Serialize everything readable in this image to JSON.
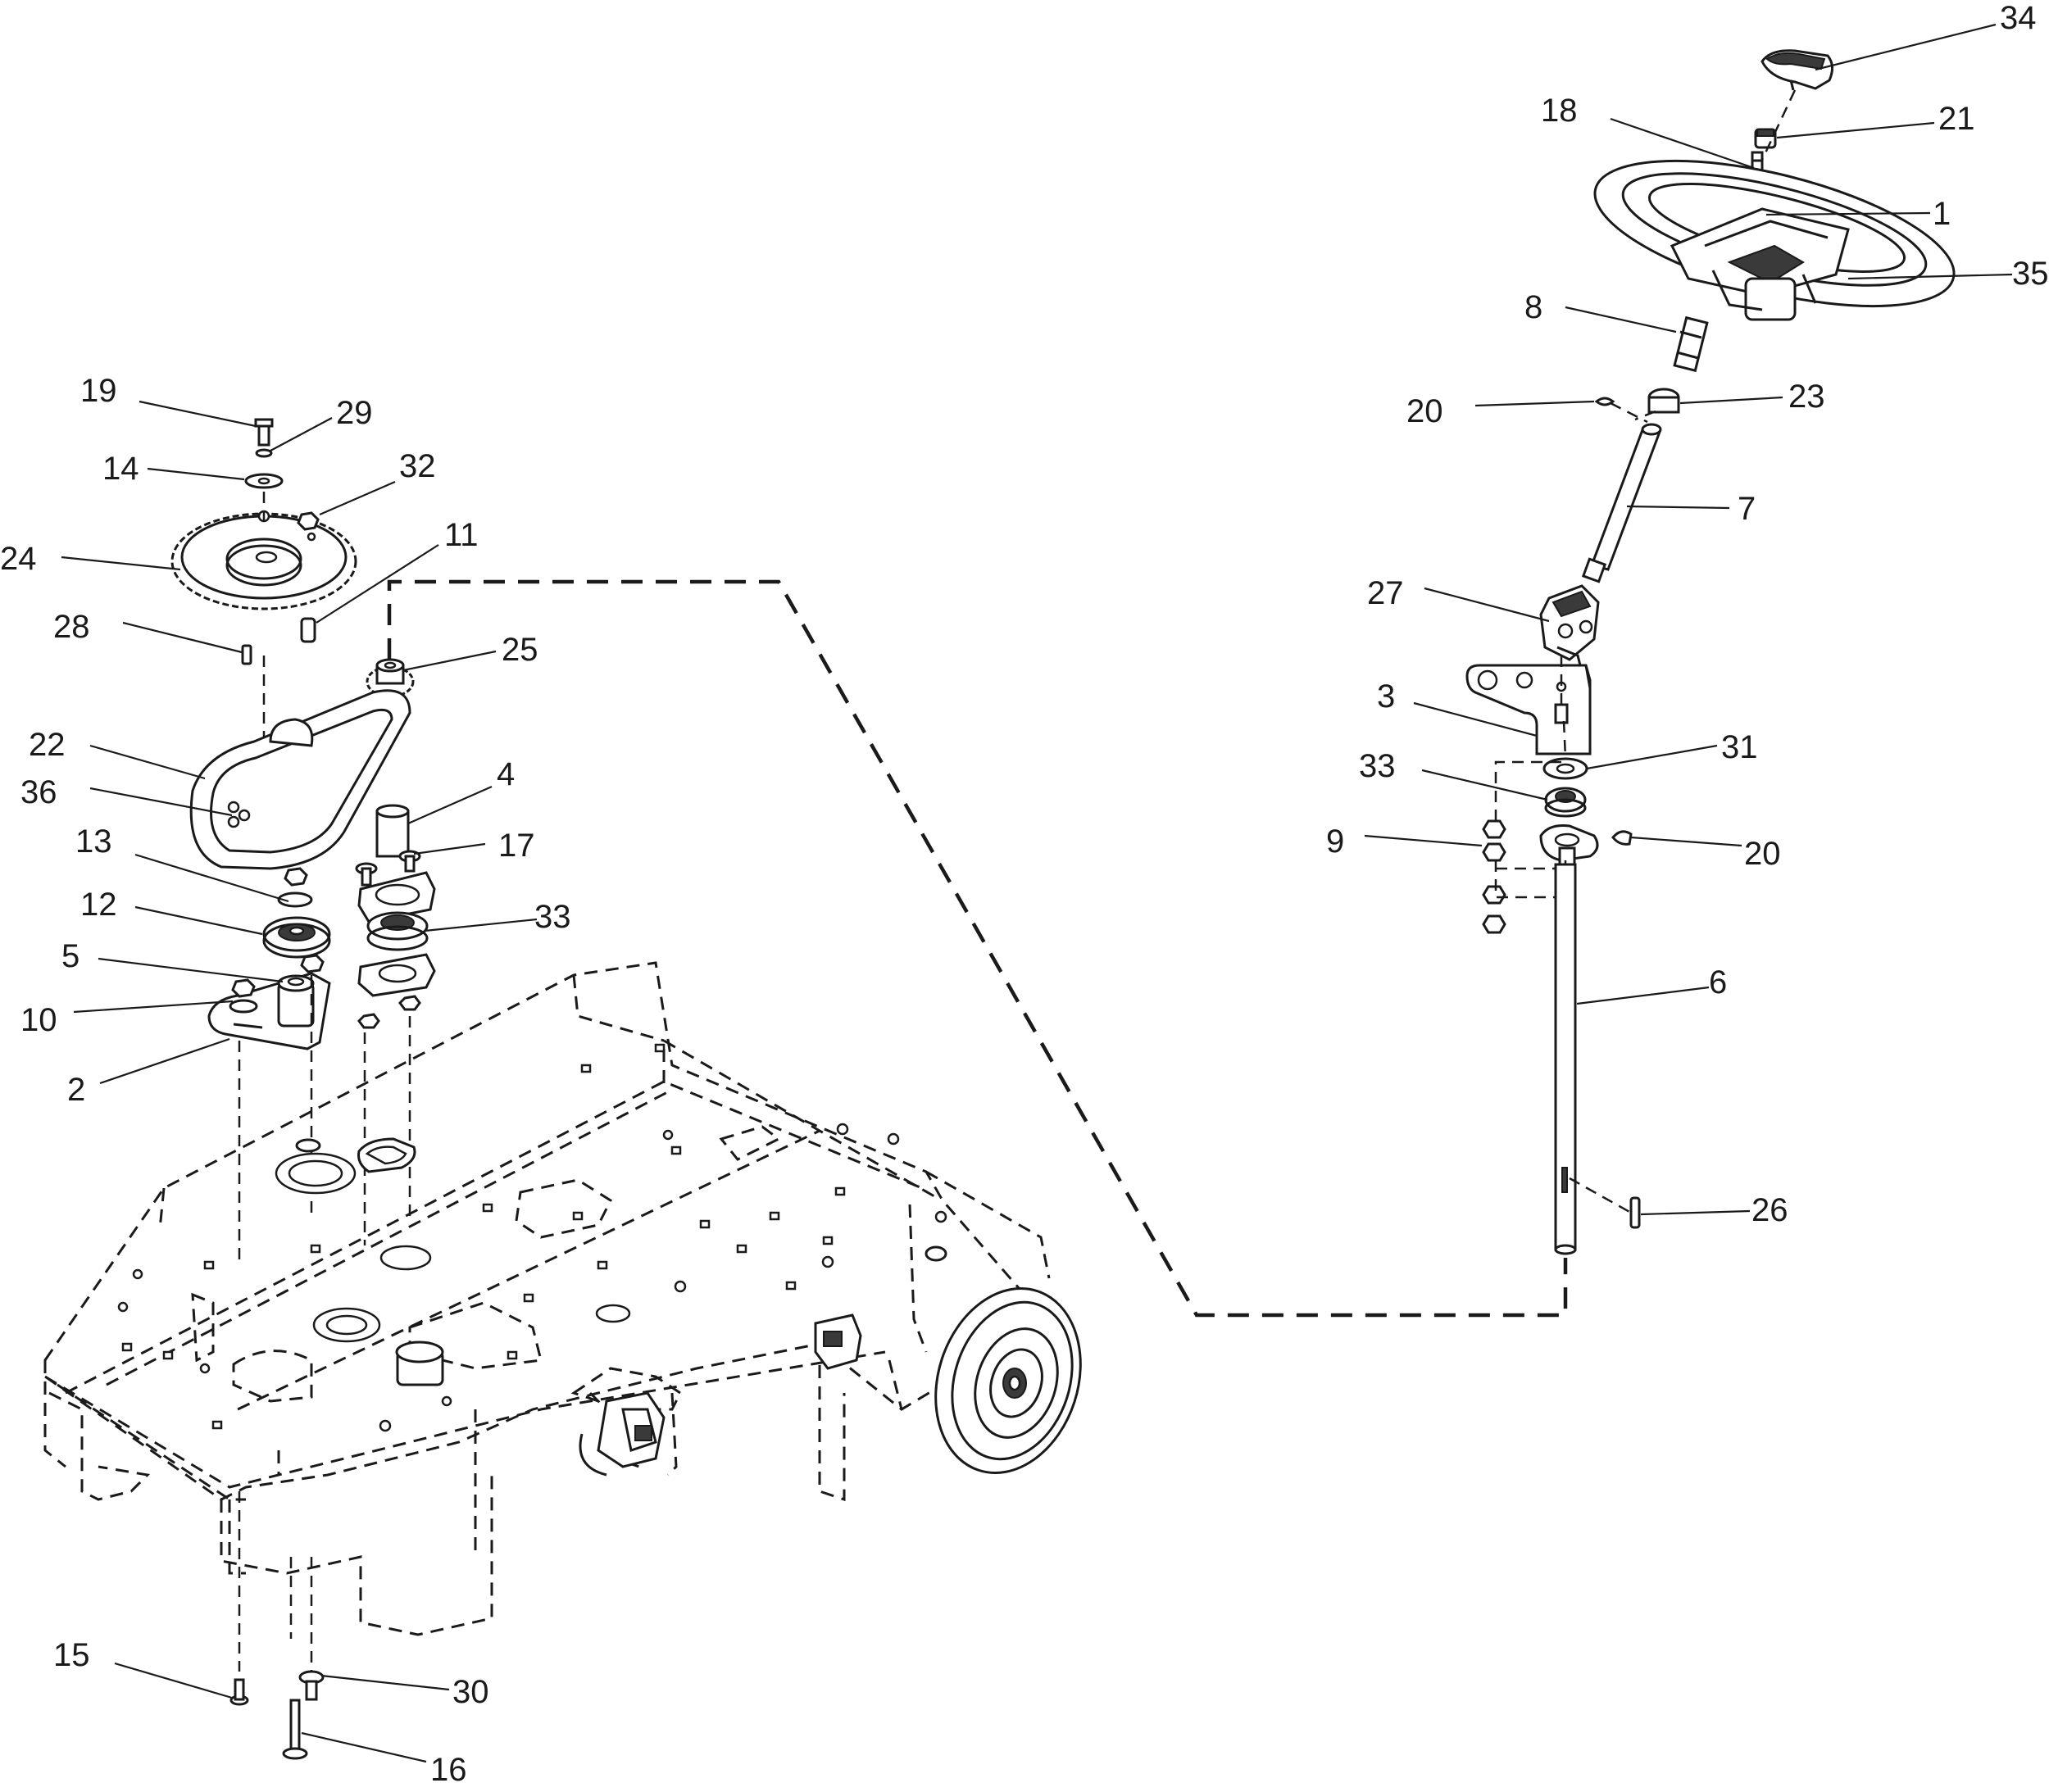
{
  "callouts": [
    {
      "id": "c34a",
      "label": "34"
    },
    {
      "id": "c18",
      "label": "18"
    },
    {
      "id": "c21",
      "label": "21"
    },
    {
      "id": "c1",
      "label": "1"
    },
    {
      "id": "c35",
      "label": "35"
    },
    {
      "id": "c8",
      "label": "8"
    },
    {
      "id": "c20a",
      "label": "20"
    },
    {
      "id": "c23",
      "label": "23"
    },
    {
      "id": "c7",
      "label": "7"
    },
    {
      "id": "c27",
      "label": "27"
    },
    {
      "id": "c3",
      "label": "3"
    },
    {
      "id": "c31",
      "label": "31"
    },
    {
      "id": "c33a",
      "label": "33"
    },
    {
      "id": "c9",
      "label": "9"
    },
    {
      "id": "c20b",
      "label": "20"
    },
    {
      "id": "c6",
      "label": "6"
    },
    {
      "id": "c26",
      "label": "26"
    },
    {
      "id": "c19",
      "label": "19"
    },
    {
      "id": "c29",
      "label": "29"
    },
    {
      "id": "c14",
      "label": "14"
    },
    {
      "id": "c32",
      "label": "32"
    },
    {
      "id": "c24",
      "label": "24"
    },
    {
      "id": "c11",
      "label": "11"
    },
    {
      "id": "c28",
      "label": "28"
    },
    {
      "id": "c25",
      "label": "25"
    },
    {
      "id": "c22",
      "label": "22"
    },
    {
      "id": "c36",
      "label": "36"
    },
    {
      "id": "c4",
      "label": "4"
    },
    {
      "id": "c17",
      "label": "17"
    },
    {
      "id": "c13",
      "label": "13"
    },
    {
      "id": "c12",
      "label": "12"
    },
    {
      "id": "c33b",
      "label": "33"
    },
    {
      "id": "c5",
      "label": "5"
    },
    {
      "id": "c10",
      "label": "10"
    },
    {
      "id": "c2",
      "label": "2"
    },
    {
      "id": "c15",
      "label": "15"
    },
    {
      "id": "c30",
      "label": "30"
    },
    {
      "id": "c16",
      "label": "16"
    }
  ]
}
